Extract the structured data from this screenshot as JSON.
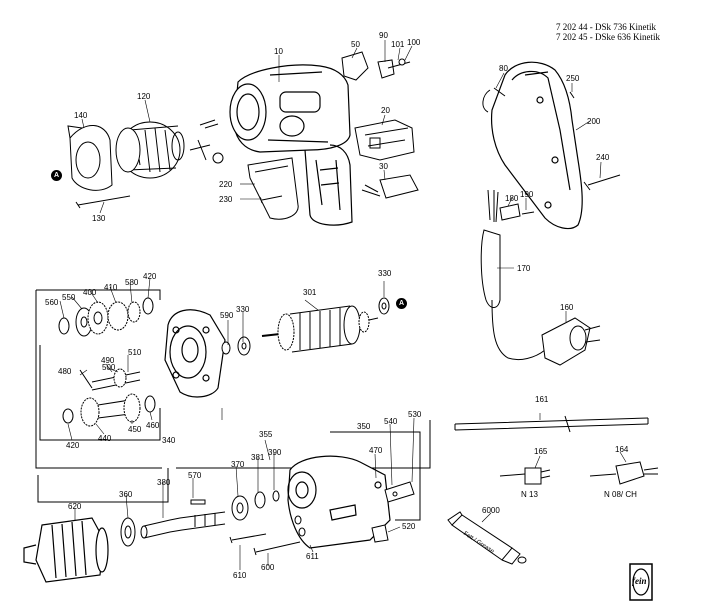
{
  "header": {
    "line1": "7 202 44 - DSk 736   Kinetik",
    "line2": "7 202 45 - DSke 636 Kinetik"
  },
  "markers": {
    "a": "A"
  },
  "parts": {
    "p10": "10",
    "p20": "20",
    "p30": "30",
    "p50": "50",
    "p80": "80",
    "p90": "90",
    "p100": "100",
    "p101": "101",
    "p120": "120",
    "p130": "130",
    "p140": "140",
    "p160": "160",
    "p161": "161",
    "p164": "164",
    "p165": "165",
    "p170": "170",
    "p180": "180",
    "p190": "190",
    "p200": "200",
    "p220": "220",
    "p230": "230",
    "p240": "240",
    "p250": "250",
    "p301": "301",
    "p330a": "330",
    "p330b": "330",
    "p340": "340",
    "p350": "350",
    "p355": "355",
    "p360": "360",
    "p370": "370",
    "p380": "380",
    "p381": "381",
    "p390": "390",
    "p400": "400",
    "p410": "410",
    "p420a": "420",
    "p420b": "420",
    "p440": "440",
    "p450": "450",
    "p460": "460",
    "p470": "470",
    "p480": "480",
    "p490": "490",
    "p500": "500",
    "p510": "510",
    "p520": "520",
    "p530": "530",
    "p540": "540",
    "p550": "550",
    "p560": "560",
    "p570": "570",
    "p580": "580",
    "p590": "590",
    "p600": "600",
    "p610": "610",
    "p611": "611",
    "p620": "620",
    "p6000": "6000"
  },
  "plugs": {
    "n13": "N 13",
    "n08": "N 08/ CH"
  },
  "tube_text": "Fett / Grease",
  "logo_text": "fein"
}
